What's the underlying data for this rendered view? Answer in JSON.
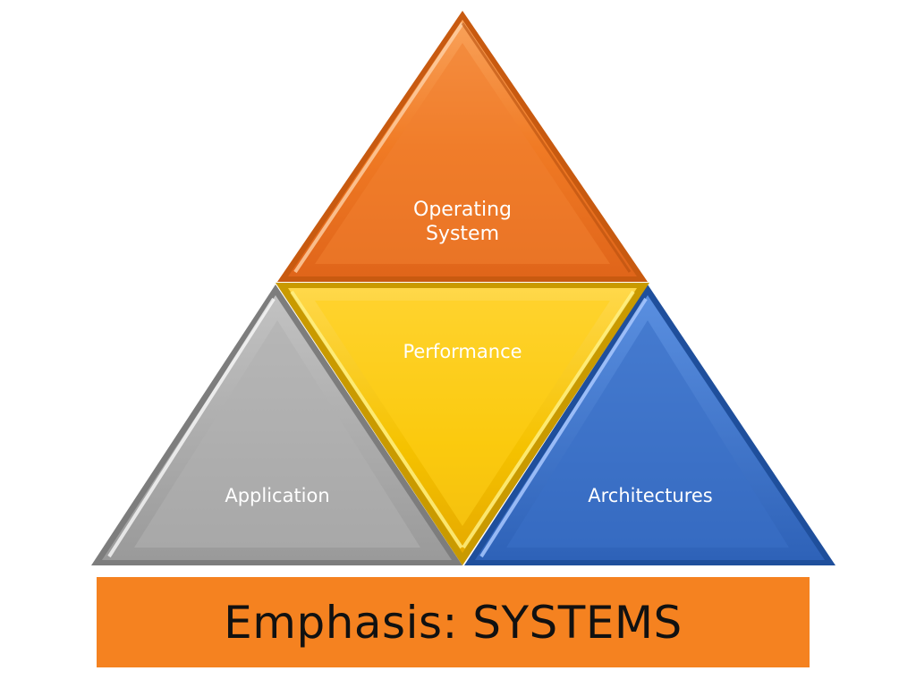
{
  "diagram": {
    "top": {
      "label_line1": "Operating",
      "label_line2": "System",
      "color": "#f07a24"
    },
    "center": {
      "label": "Performance",
      "color": "#f5c200"
    },
    "left": {
      "label": "Application",
      "color": "#a6a6a6"
    },
    "right": {
      "label": "Architectures",
      "color": "#3f74c8"
    }
  },
  "banner": {
    "text": "Emphasis: SYSTEMS",
    "color": "#f58220"
  }
}
